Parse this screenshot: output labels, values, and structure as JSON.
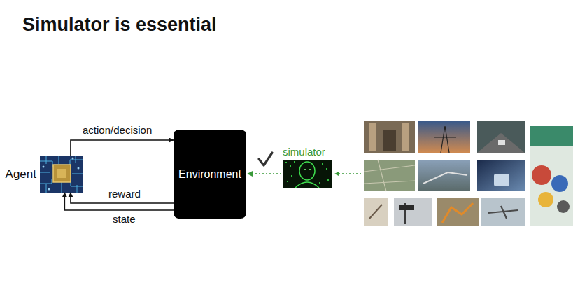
{
  "diagram": {
    "title": "Simulator is essential",
    "nodes": [
      {
        "text": [
          "Agent"
        ]
      },
      {
        "text": [
          "Environment"
        ]
      },
      {
        "text": [
          "simulator"
        ]
      }
    ],
    "edges": [
      {
        "from": 0,
        "to": 1,
        "arrow": "to",
        "label": "action/decision"
      },
      {
        "from": 1,
        "to": 0,
        "arrow": "to",
        "label": "reward"
      },
      {
        "from": 1,
        "to": 0,
        "arrow": "to",
        "label": "state"
      },
      {
        "from": 2,
        "to": 1,
        "arrow": "to"
      }
    ]
  }
}
